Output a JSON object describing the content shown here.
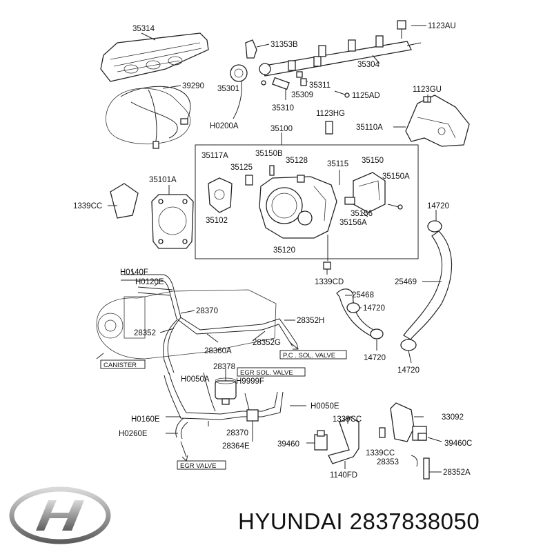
{
  "labels": {
    "p35314": "35314",
    "p31353B": "31353B",
    "p1123AU": "1123AU",
    "p39290": "39290",
    "p35301": "35301",
    "p35311": "35311",
    "p35304": "35304",
    "p35309": "35309",
    "p1125AD": "1125AD",
    "p1123GU": "1123GU",
    "p35310": "35310",
    "p1123HG": "1123HG",
    "pH0200A": "H0200A",
    "p35100": "35100",
    "p35110A": "35110A",
    "p35117A": "35117A",
    "p35150B": "35150B",
    "p35125": "35125",
    "p35128": "35128",
    "p35115": "35115",
    "p35150": "35150",
    "p35150A": "35150A",
    "p35101A": "35101A",
    "p1339CC_a": "1339CC",
    "p35156": "35156",
    "p35156A": "35156A",
    "p35102": "35102",
    "p35120": "35120",
    "p14720_a": "14720",
    "pH0140F": "H0140F",
    "pH0120E": "H0120E",
    "p1339CD": "1339CD",
    "p25468": "25468",
    "p25469": "25469",
    "p28370_a": "28370",
    "p14720_b": "14720",
    "p28352H": "28352H",
    "p28352": "28352",
    "p28360A": "28360A",
    "p28352G": "28352G",
    "p14720_c": "14720",
    "p28378": "28378",
    "pH0050A": "H0050A",
    "pH9999F": "H9999F",
    "p14720_d": "14720",
    "pH0050E": "H0050E",
    "p33092": "33092",
    "p1339CC_b": "1339CC",
    "pH0160E": "H0160E",
    "pH0260E": "H0260E",
    "p28370_b": "28370",
    "p39460": "39460",
    "p1339CC_c": "1339CC",
    "p39460C": "39460C",
    "p28364E": "28364E",
    "p28353": "28353",
    "p1140FD": "1140FD",
    "p28352A": "28352A"
  },
  "boxes": {
    "canister": "CANISTER",
    "pc_sol_valve": "P.C . SOL. VALVE",
    "egr_sol_valve": "EGR SOL. VALVE",
    "egr_valve": "EGR VALVE"
  },
  "brand": {
    "text": "HYUNDAI 2837838050",
    "logo_icon": "hyundai-logo-icon"
  }
}
